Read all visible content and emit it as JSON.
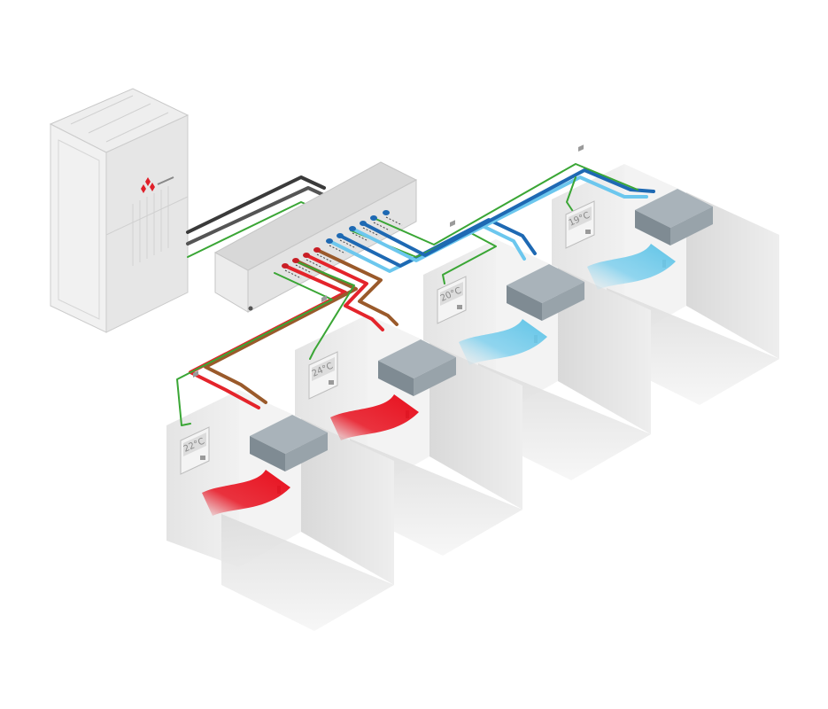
{
  "colors": {
    "hot_airflow": "#e8101e",
    "cold_airflow": "#5ec3e6",
    "refrigerant_hot": "#e4242b",
    "refrigerant_return": "#9a5a2b",
    "refrigerant_cold_light": "#6cc7ee",
    "refrigerant_cold_dark": "#1e69b3",
    "control_wire": "#3aa635",
    "outdoor_pipe_dark": "#333333",
    "outdoor_pipe_mid": "#555555"
  },
  "components": {
    "outdoor_unit": {
      "icon": "outdoor-condenser-unit",
      "logo": "mitsubishi-diamond-logo"
    },
    "branch_controller": {
      "icon": "branch-selector-box"
    }
  },
  "zones": [
    {
      "id": "zone-1",
      "thermostat": {
        "display": "22°C"
      },
      "mode": "heating"
    },
    {
      "id": "zone-2",
      "thermostat": {
        "display": "24°C"
      },
      "mode": "heating"
    },
    {
      "id": "zone-3",
      "thermostat": {
        "display": "20°C"
      },
      "mode": "cooling"
    },
    {
      "id": "zone-4",
      "thermostat": {
        "display": "19°C"
      },
      "mode": "cooling"
    }
  ]
}
